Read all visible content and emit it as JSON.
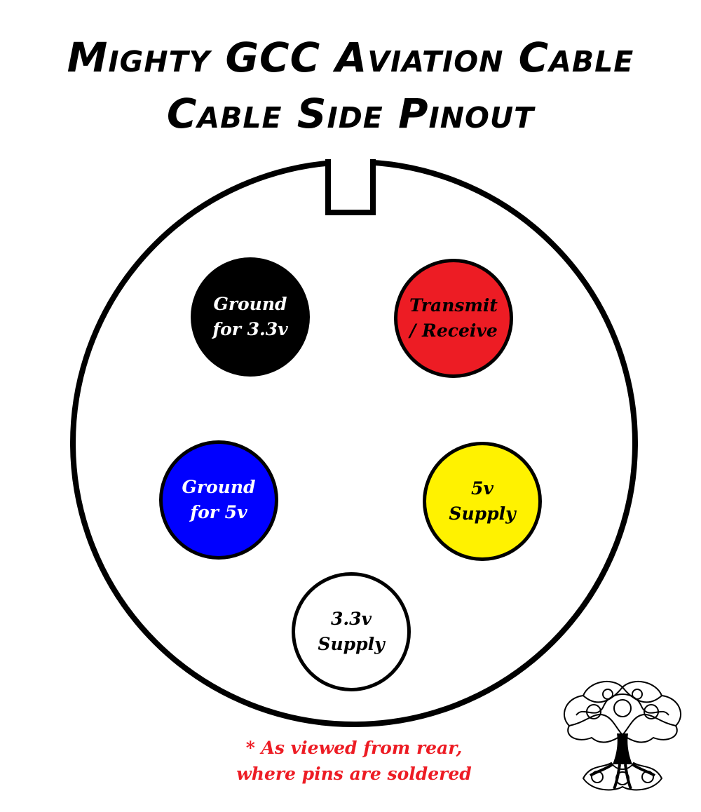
{
  "title": {
    "line1": "Mighty GCC Aviation Cable",
    "line2": "Cable Side Pinout"
  },
  "pins": {
    "ground_33": {
      "label": "Ground\nfor 3.3v",
      "fill": "#000000",
      "text_color": "#ffffff"
    },
    "transmit": {
      "label": "Transmit\n/ Receive",
      "fill": "#ed1c24",
      "text_color": "#000000"
    },
    "ground_5": {
      "label": "Ground\nfor 5v",
      "fill": "#0000ff",
      "text_color": "#ffffff"
    },
    "supply_5": {
      "label": "5v\nSupply",
      "fill": "#fff200",
      "text_color": "#000000"
    },
    "supply_33": {
      "label": "3.3v\nSupply",
      "fill": "#ffffff",
      "text_color": "#000000"
    }
  },
  "footnote": {
    "text": "* As viewed from rear,\nwhere pins are soldered",
    "color": "#ed1c24"
  },
  "logo": {
    "icon": "celtic-tree-of-life-icon"
  }
}
